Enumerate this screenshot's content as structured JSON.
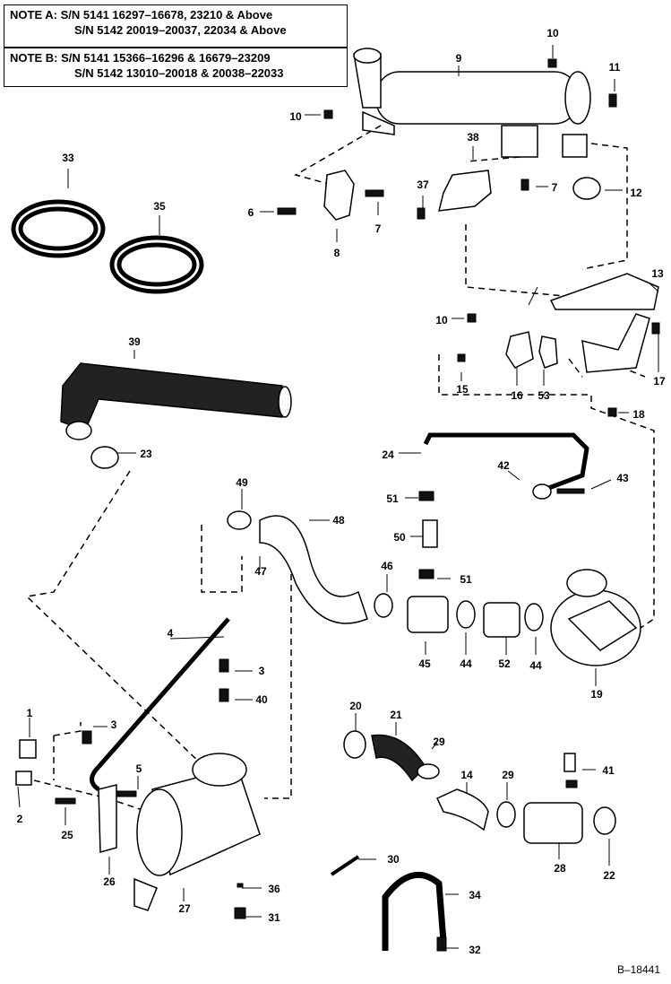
{
  "notes": {
    "a_label": "NOTE A:",
    "a_line1": "S/N 5141 16297–16678, 23210 & Above",
    "a_line2": "S/N 5142 20019–20037, 22034 & Above",
    "b_label": "NOTE B:",
    "b_line1": "S/N 5141 15366–16296 & 16679–23209",
    "b_line2": "S/N 5142 13010–20018 & 20038–22033"
  },
  "part_numbers": [
    "1",
    "2",
    "3",
    "3",
    "4",
    "5",
    "6",
    "7",
    "7",
    "8",
    "9",
    "10",
    "10",
    "10",
    "11",
    "12",
    "13",
    "14",
    "15",
    "16",
    "17",
    "18",
    "19",
    "20",
    "21",
    "22",
    "23",
    "24",
    "25",
    "26",
    "27",
    "28",
    "29",
    "29",
    "30",
    "31",
    "32",
    "33",
    "34",
    "35",
    "36",
    "37",
    "38",
    "39",
    "40",
    "41",
    "42",
    "43",
    "44",
    "44",
    "45",
    "46",
    "47",
    "48",
    "49",
    "50",
    "51",
    "51",
    "52",
    "53"
  ],
  "figure_ref": "B–18441"
}
